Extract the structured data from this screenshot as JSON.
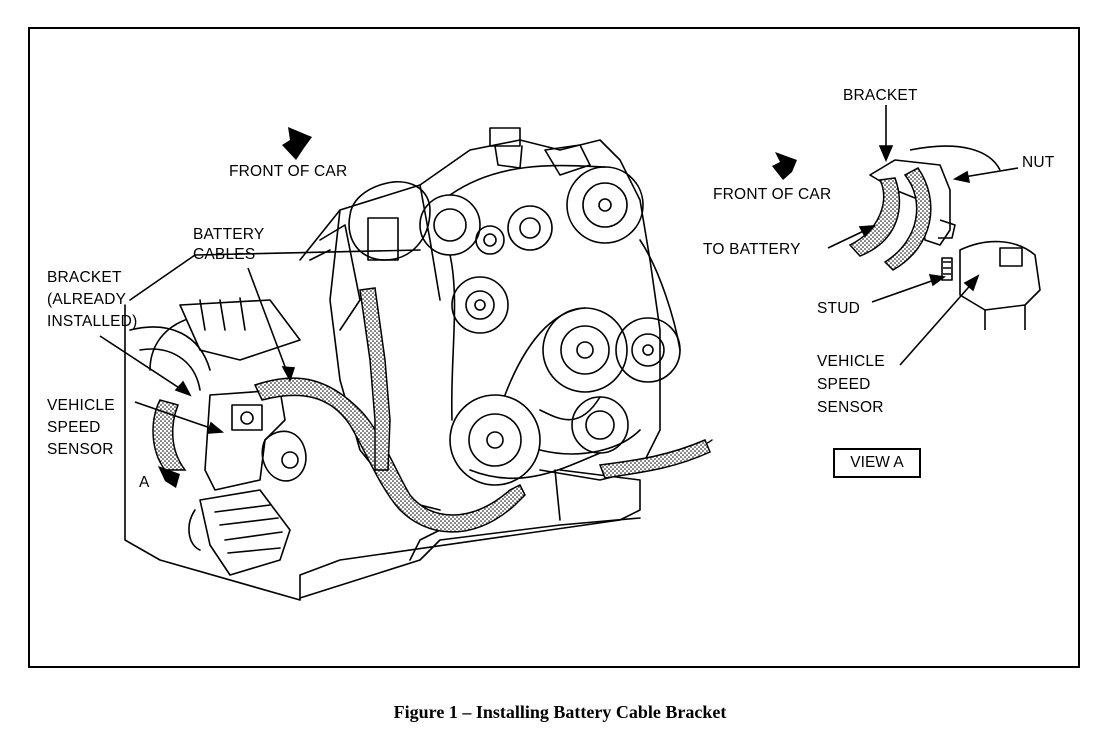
{
  "labels": {
    "front_of_car_main": "FRONT OF CAR",
    "battery_cables": [
      "BATTERY",
      "CABLES"
    ],
    "bracket_already_installed": [
      "BRACKET",
      "(ALREADY",
      "INSTALLED)"
    ],
    "vehicle_speed_sensor_main": [
      "VEHICLE",
      "SPEED",
      "SENSOR"
    ],
    "view_marker": "A",
    "bracket_view_a": "BRACKET",
    "nut": "NUT",
    "front_of_car_view_a": "FRONT OF CAR",
    "to_battery": "TO BATTERY",
    "stud": "STUD",
    "vehicle_speed_sensor_view_a": [
      "VEHICLE",
      "SPEED",
      "SENSOR"
    ],
    "view_a": "VIEW A"
  },
  "caption": "Figure 1 – Installing Battery Cable Bracket"
}
